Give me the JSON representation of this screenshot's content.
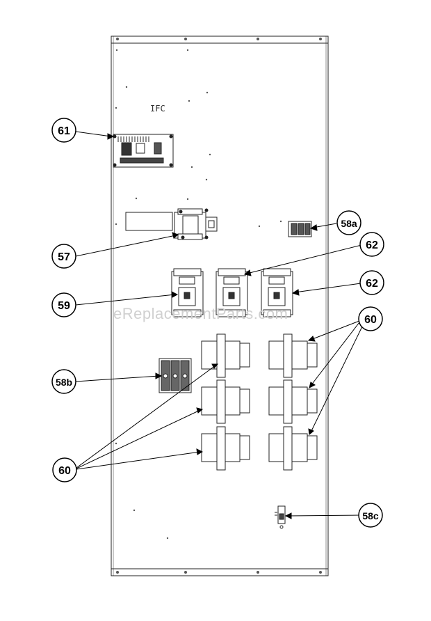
{
  "watermark": "eReplacementParts.com",
  "panel_marking": "IFC",
  "callouts": {
    "c61": "61",
    "c57": "57",
    "c58a": "58a",
    "c62a": "62",
    "c62b": "62",
    "c59": "59",
    "c60a": "60",
    "c58b": "58b",
    "c60b": "60",
    "c58c": "58c"
  }
}
